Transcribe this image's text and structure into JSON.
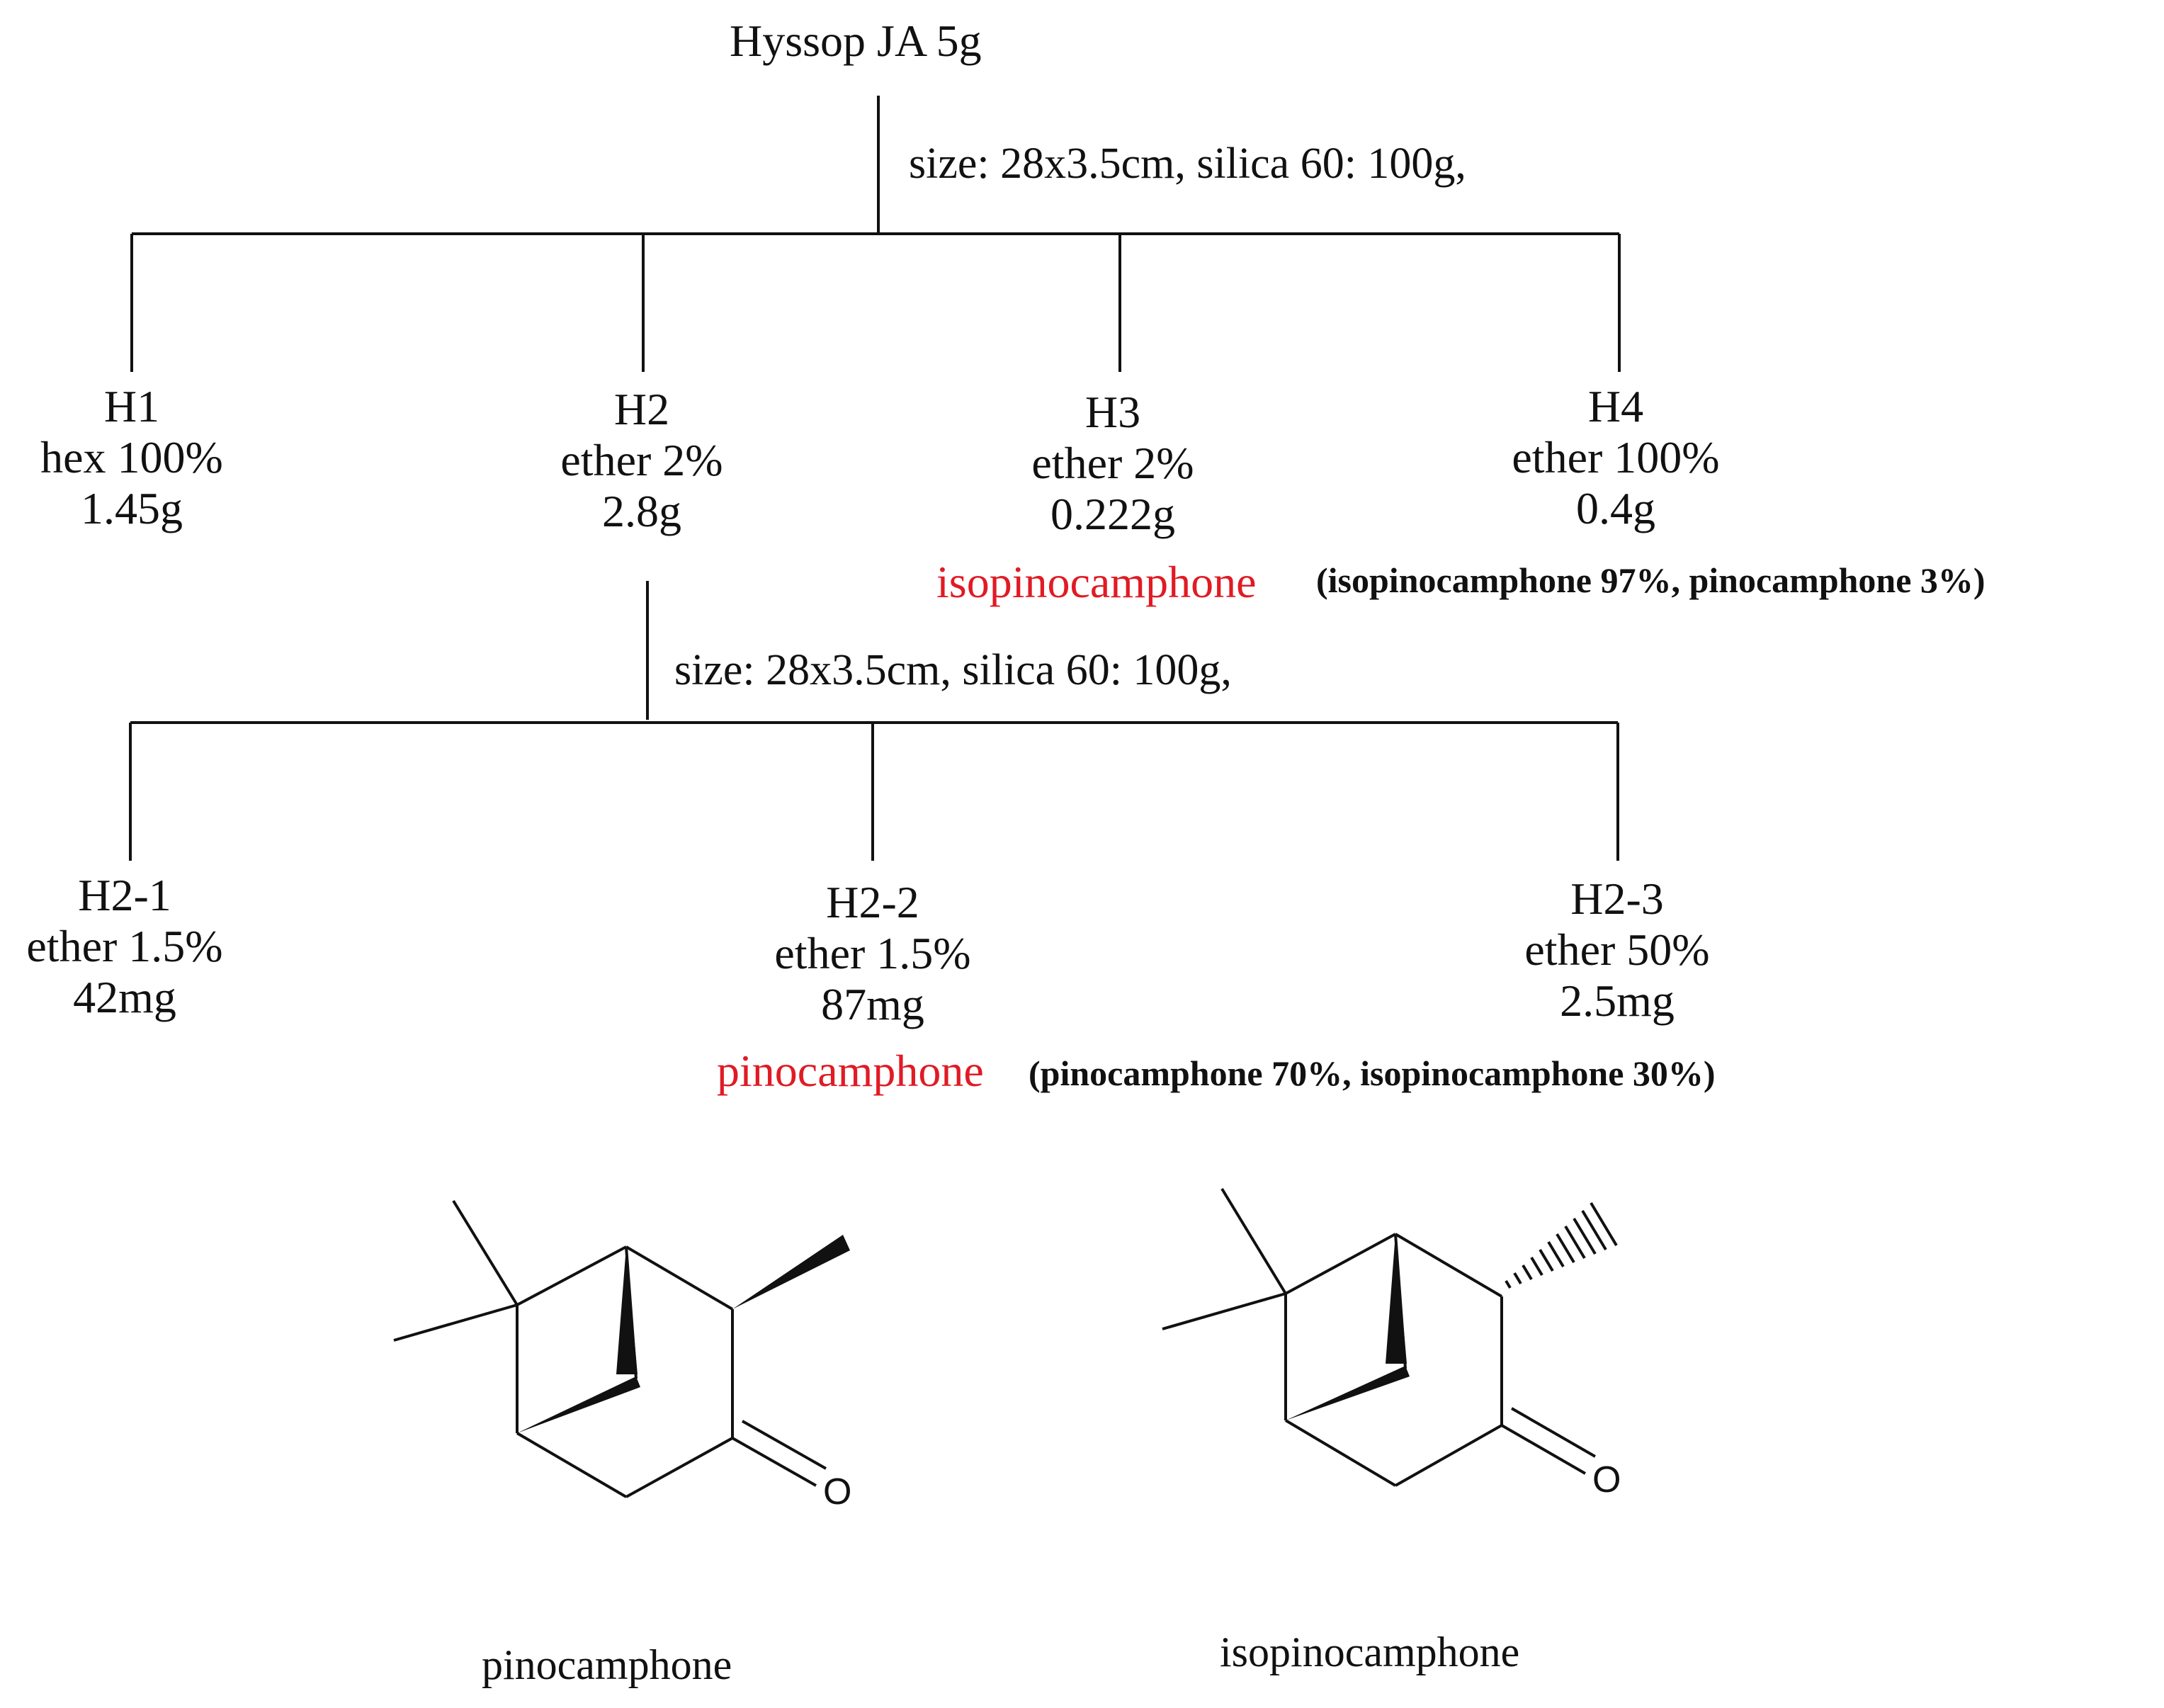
{
  "root": {
    "label": "Hyssop JA 5g"
  },
  "column_note_1": "size: 28x3.5cm, silica 60: 100g,",
  "column_note_2": "size: 28x3.5cm, silica 60: 100g,",
  "fractions": [
    {
      "id": "H1",
      "solvent": "hex 100%",
      "mass": "1.45g"
    },
    {
      "id": "H2",
      "solvent": "ether 2%",
      "mass": "2.8g"
    },
    {
      "id": "H3",
      "solvent": "ether 2%",
      "mass": "0.222g"
    },
    {
      "id": "H4",
      "solvent": "ether 100%",
      "mass": "0.4g"
    }
  ],
  "h3_result": {
    "compound": "isopinocamphone",
    "composition": "(isopinocamphone 97%, pinocamphone 3%)"
  },
  "subfractions": [
    {
      "id": "H2-1",
      "solvent": "ether 1.5%",
      "mass": "42mg"
    },
    {
      "id": "H2-2",
      "solvent": "ether 1.5%",
      "mass": "87mg"
    },
    {
      "id": "H2-3",
      "solvent": "ether 50%",
      "mass": "2.5mg"
    }
  ],
  "h22_result": {
    "compound": "pinocamphone",
    "composition": "(pinocamphone 70%, isopinocamphone 30%)"
  },
  "structures": [
    {
      "name": "pinocamphone",
      "atom_label": "O"
    },
    {
      "name": "isopinocamphone",
      "atom_label": "O"
    }
  ],
  "colors": {
    "highlight": "#e01b24",
    "text": "#111111",
    "line": "#111111"
  }
}
